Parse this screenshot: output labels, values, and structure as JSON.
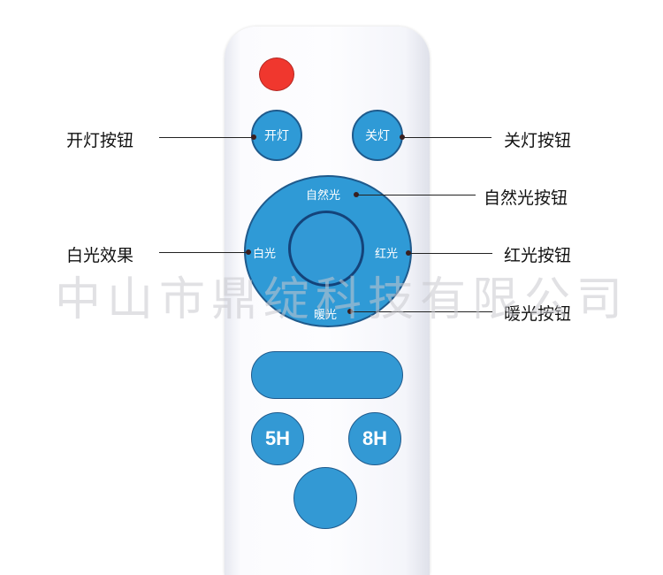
{
  "remote": {
    "buttons": {
      "power_red": "",
      "on": "开灯",
      "off": "关灯",
      "natural": "自然光",
      "white": "白光",
      "red": "红光",
      "warm": "暖光",
      "timer_5h": "5H",
      "timer_8h": "8H"
    }
  },
  "callouts": {
    "on": "开灯按钮",
    "off": "关灯按钮",
    "natural": "自然光按钮",
    "white": "白光效果",
    "red": "红光按钮",
    "warm": "暖光按钮"
  },
  "watermark": "中山市鼎绽科技有限公司",
  "colors": {
    "button_blue": "#2f9ad6",
    "button_border": "#1f5a8c",
    "power_red": "#f0372e"
  }
}
